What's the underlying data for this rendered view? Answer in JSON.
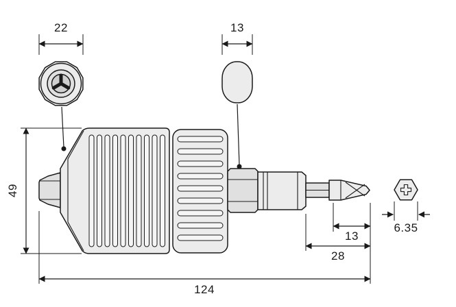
{
  "dimensions": {
    "chuck_front_diameter": "22",
    "collar_diameter": "13",
    "body_diameter": "49",
    "bit_tip_length": "13",
    "bit_exposed_length": "28",
    "hex_shank_size": "6.35",
    "overall_length": "124"
  },
  "colors": {
    "line": "#1a1a1a",
    "fill-light": "#ececec",
    "fill-mid": "#e0e0e0",
    "fill-dark": "#cfcfcf",
    "fill-rib": "#f5f5f5",
    "background": "#ffffff"
  }
}
